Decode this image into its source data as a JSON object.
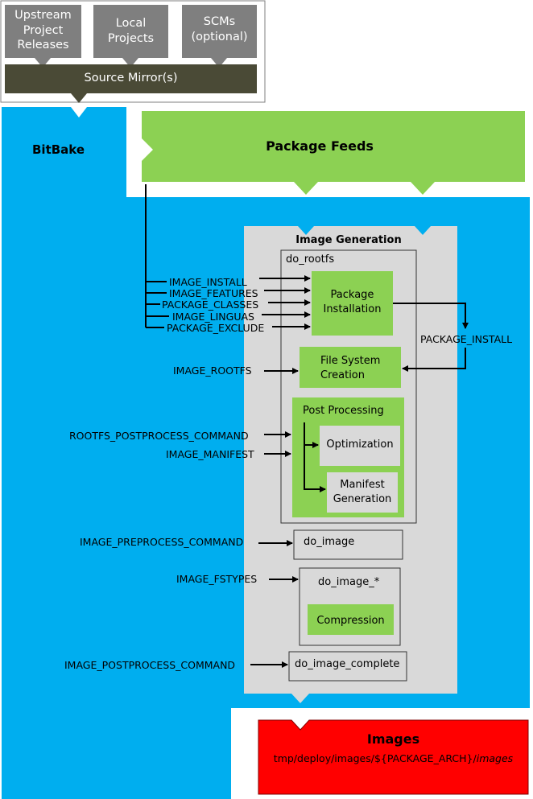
{
  "source": {
    "upstream": [
      "Upstream",
      "Project",
      "Releases"
    ],
    "local": [
      "Local",
      "Projects"
    ],
    "scms": [
      "SCMs",
      "(optional)"
    ],
    "mirror": "Source Mirror(s)"
  },
  "bitbake": "BitBake",
  "package_feeds": "Package Feeds",
  "image_generation": "Image Generation",
  "do_rootfs": "do_rootfs",
  "package_installation": [
    "Package",
    "Installation"
  ],
  "package_install_var": "PACKAGE_INSTALL",
  "file_system_creation": [
    "File System",
    "Creation"
  ],
  "post_processing": "Post Processing",
  "optimization": "Optimization",
  "manifest_generation": [
    "Manifest",
    "Generation"
  ],
  "do_image": "do_image",
  "do_image_star": "do_image_*",
  "compression": "Compression",
  "do_image_complete": "do_image_complete",
  "variables": {
    "image_install": "IMAGE_INSTALL",
    "image_features": "IMAGE_FEATURES",
    "package_classes": "PACKAGE_CLASSES",
    "image_linguas": "IMAGE_LINGUAS",
    "package_exclude": "PACKAGE_EXCLUDE",
    "image_rootfs": "IMAGE_ROOTFS",
    "rootfs_postprocess_command": "ROOTFS_POSTPROCESS_COMMAND",
    "image_manifest": "IMAGE_MANIFEST",
    "image_preprocess_command": "IMAGE_PREPROCESS_COMMAND",
    "image_fstypes": "IMAGE_FSTYPES",
    "image_postprocess_command": "IMAGE_POSTPROCESS_COMMAND"
  },
  "images": {
    "title": "Images",
    "path_prefix": "tmp/deploy/images/${PACKAGE_ARCH}/",
    "path_italic": "images"
  },
  "colors": {
    "blue": "#00aeef",
    "green": "#8cd153",
    "gray_source": "#7f7f7f",
    "mirror": "#4a4a36",
    "image_gen": "#d9d9d9",
    "images_red": "#ff0000"
  }
}
